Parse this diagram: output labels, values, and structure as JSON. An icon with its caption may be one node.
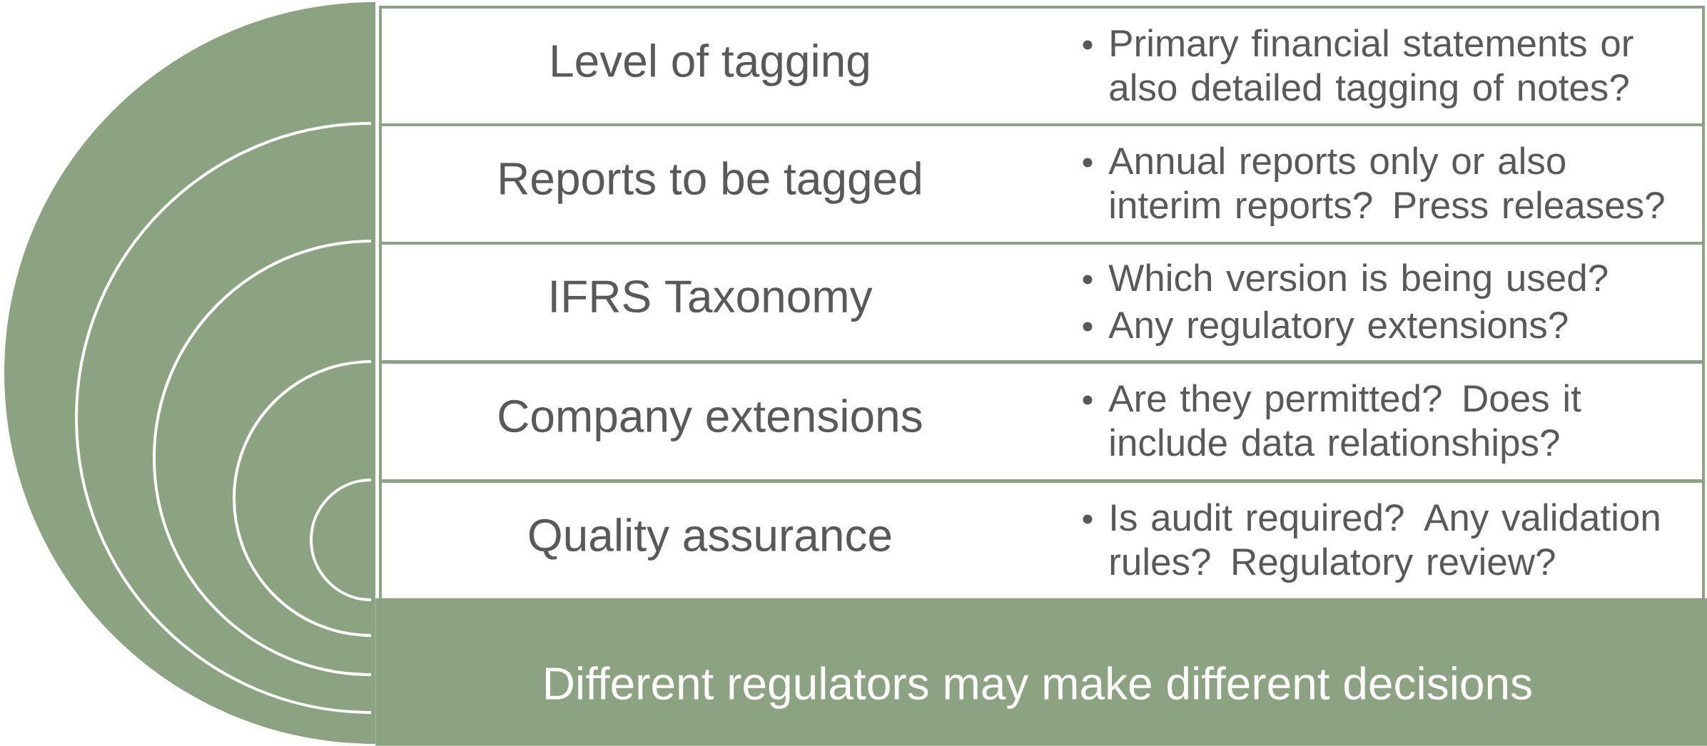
{
  "diagram": {
    "nodes": [
      {
        "text": [
          "Level of tagging",
          "Primary financial statements or also detailed tagging of notes?"
        ]
      },
      {
        "text": [
          "Reports to be tagged",
          "Annual reports only or also interim reports? Press releases?"
        ]
      },
      {
        "text": [
          "IFRS Taxonomy",
          "Which version is being used?",
          "Any regulatory extensions?"
        ]
      },
      {
        "text": [
          "Company extensions",
          "Are they permitted? Does it include data relationships?"
        ]
      },
      {
        "text": [
          "Quality assurance",
          "Is audit required? Any validation rules? Regulatory review?"
        ]
      },
      {
        "text": [
          "Different regulators may make different decisions"
        ]
      }
    ]
  }
}
